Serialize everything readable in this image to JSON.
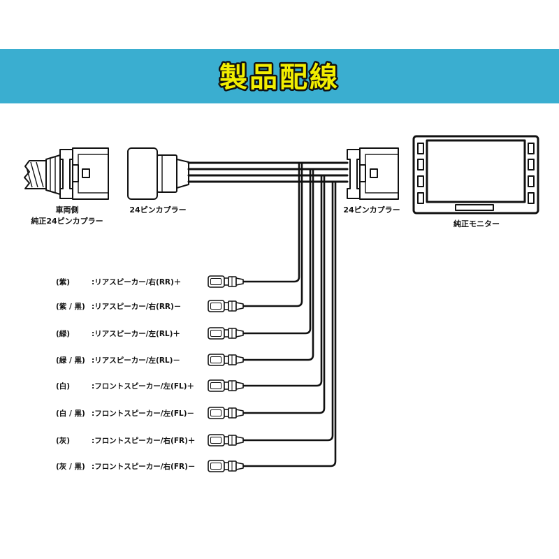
{
  "header": {
    "title": "製品配線"
  },
  "connectors": {
    "vehicle_side_line1": "車両側",
    "vehicle_side_line2": "純正24ピンカプラー",
    "harness_left": "24ピンカプラー",
    "harness_right": "24ピンカプラー",
    "monitor": "純正モニター"
  },
  "wires": [
    {
      "color": "(紫)",
      "function": ":リアスピーカー/右(RR)＋"
    },
    {
      "color": "(紫 / 黒)",
      "function": ":リアスピーカー/右(RR)－"
    },
    {
      "color": "(緑)",
      "function": ":リアスピーカー/左(RL)＋"
    },
    {
      "color": "(緑 / 黒)",
      "function": ":リアスピーカー/左(RL)－"
    },
    {
      "color": "(白)",
      "function": ":フロントスピーカー/左(FL)＋"
    },
    {
      "color": "(白 / 黒)",
      "function": ":フロントスピーカー/左(FL)－"
    },
    {
      "color": "(灰)",
      "function": ":フロントスピーカー/右(FR)＋"
    },
    {
      "color": "(灰 / 黒)",
      "function": ":フロントスピーカー/右(FR)－"
    }
  ],
  "icons": {
    "terminal": "spade-terminal-icon",
    "monitor": "monitor-icon",
    "connector": "connector-icon"
  },
  "colors": {
    "banner": "#3aaed0",
    "title_fill": "#f2ee00",
    "line": "#111111"
  }
}
